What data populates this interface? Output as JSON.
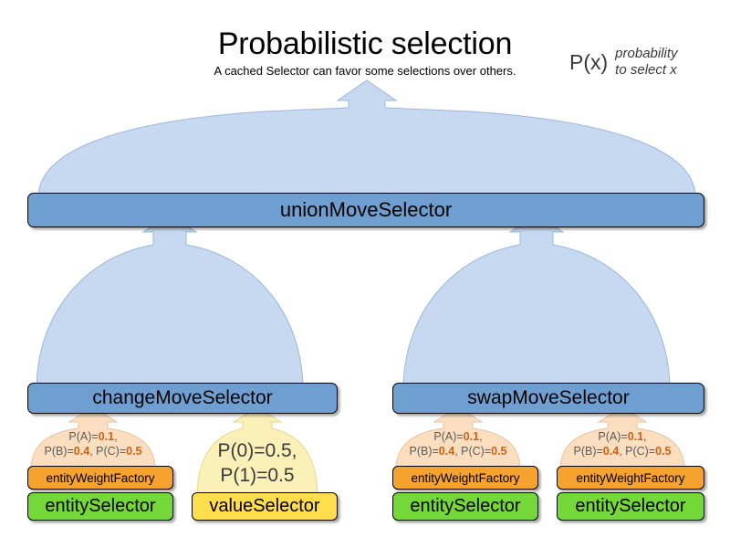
{
  "header": {
    "title": "Probabilistic selection",
    "subtitle": "A cached Selector can favor some selections over others.",
    "legend_symbol": "P(x)",
    "legend_line1": "probability",
    "legend_line2": "to select x"
  },
  "colors": {
    "box_blue": "#6f9fd1",
    "box_orange": "#f5a22e",
    "box_green": "#73d838",
    "box_yellow": "#ffdd4d",
    "arrow_blue": "#c6d9f1",
    "arrow_peach": "#fbdec0",
    "arrow_yellow": "#fbf0b8",
    "probability_value": "#d2600e",
    "probability_label": "#5a5a5a"
  },
  "nodes": {
    "root": {
      "label": "unionMoveSelector"
    },
    "level2": [
      {
        "label": "changeMoveSelector"
      },
      {
        "label": "swapMoveSelector"
      }
    ],
    "leaves": [
      {
        "factory_label": "entityWeightFactory",
        "selector_label": "entitySelector",
        "probability_line1_prefix": "P(A)=",
        "probability_line1_value": "0.1",
        "probability_line1_suffix": ",",
        "probability_line2_prefix1": "P(B)=",
        "probability_line2_value1": "0.4",
        "probability_line2_mid": ", P(C)=",
        "probability_line2_value2": "0.5"
      },
      {
        "selector_label": "valueSelector",
        "probability_line1": "P(0)=0.5,",
        "probability_line2": "P(1)=0.5"
      },
      {
        "factory_label": "entityWeightFactory",
        "selector_label": "entitySelector",
        "probability_line1_prefix": "P(A)=",
        "probability_line1_value": "0.1",
        "probability_line1_suffix": ",",
        "probability_line2_prefix1": "P(B)=",
        "probability_line2_value1": "0.4",
        "probability_line2_mid": ", P(C)=",
        "probability_line2_value2": "0.5"
      },
      {
        "factory_label": "entityWeightFactory",
        "selector_label": "entitySelector",
        "probability_line1_prefix": "P(A)=",
        "probability_line1_value": "0.1",
        "probability_line1_suffix": ",",
        "probability_line2_prefix1": "P(B)=",
        "probability_line2_value1": "0.4",
        "probability_line2_mid": ", P(C)=",
        "probability_line2_value2": "0.5"
      }
    ]
  }
}
